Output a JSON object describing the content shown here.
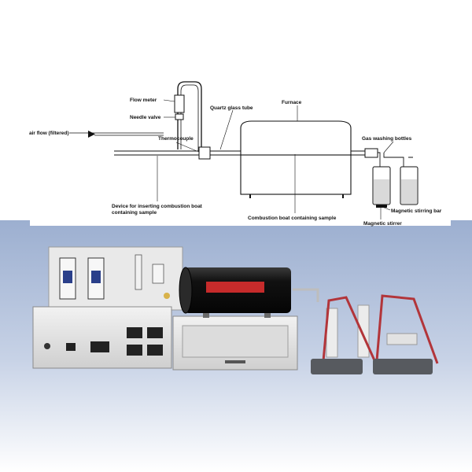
{
  "diagram": {
    "labels": {
      "flow_meter": "Flow meter",
      "needle_valve": "Needle valve",
      "quartz_glass_tube": "Quartz glass tube",
      "furnace": "Furnace",
      "air_flow": "air flow (filtered)",
      "thermocouple": "Thermocouple",
      "gas_washing_bottles": "Gas washing bottles",
      "device_line1": "Device for inserting combustion boat",
      "device_line2": "containing sample",
      "combustion_boat": "Combustion boat containing sample",
      "magnetic_stirring_bar": "Magnetic stirring bar",
      "magnetic_stirrer": "Magnetic stirrer"
    }
  },
  "colors": {
    "diagram_bg": "#ffffff",
    "photo_bg_top": "#8fa3c6",
    "photo_bg_bottom": "#ffffff",
    "furnace_tube": "#161616",
    "stirrer_stand": "#b2353a"
  }
}
